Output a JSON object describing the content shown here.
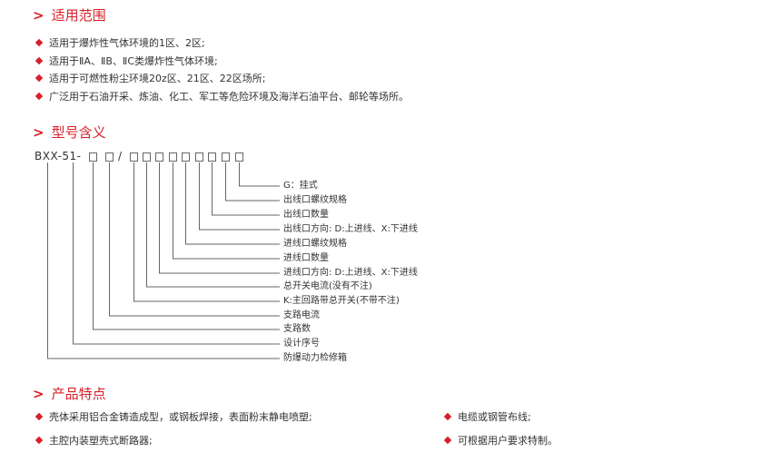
{
  "section1": {
    "chevron": ">",
    "title": "适用范围",
    "items": [
      "适用于爆炸性气体环境的1区、2区;",
      "适用于ⅡA、ⅡB、ⅡC类爆炸性气体环境;",
      "适用于可燃性粉尘环境20z区、21区、22区场所;",
      "广泛用于石油开采、炼油、化工、军工等危险环境及海洋石油平台、邮轮等场所。"
    ]
  },
  "section2": {
    "chevron": ">",
    "title": "型号含义",
    "code_prefix": "BXX-51-",
    "slash": "/",
    "labels": [
      "G：挂式",
      "出线口螺纹规格",
      "出线口数量",
      "出线口方向: D:上进线、X:下进线",
      "进线口螺纹规格",
      "进线口数量",
      "进线口方向: D:上进线、X:下进线",
      "总开关电流(没有不注)",
      "K:主回路带总开关(不带不注)",
      "支路电流",
      "支路数",
      "设计序号",
      "防爆动力检修箱"
    ]
  },
  "section3": {
    "chevron": ">",
    "title": "产品特点",
    "left_items": [
      "壳体采用铝合金铸造成型，或钢板焊接，表面粉末静电喷塑;",
      "主腔内装塑壳式断路器;"
    ],
    "right_items": [
      "电缆或钢管布线;",
      "可根据用户要求特制。"
    ]
  },
  "colors": {
    "accent": "#d7202a",
    "text": "#333333",
    "line": "#666666"
  }
}
